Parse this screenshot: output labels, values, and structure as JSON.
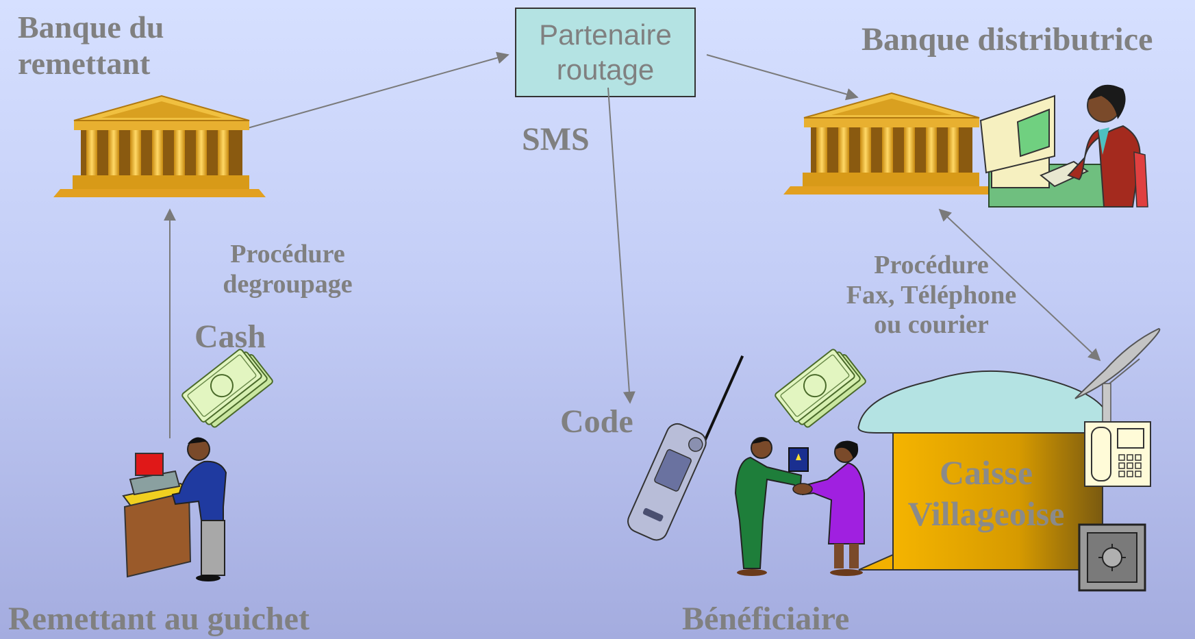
{
  "labels": {
    "bank_sender_line1": "Banque du",
    "bank_sender_line2": "remettant",
    "partner_line1": "Partenaire",
    "partner_line2": "routage",
    "bank_distributor": "Banque distributrice",
    "sms": "SMS",
    "proc_unbundle_line1": "Procédure",
    "proc_unbundle_line2": "degroupage",
    "cash": "Cash",
    "code": "Code",
    "proc_comm_line1": "Procédure",
    "proc_comm_line2": "Fax, Téléphone",
    "proc_comm_line3": "ou courier",
    "village_bank_line1": "Caisse",
    "village_bank_line2": "Villageoise",
    "sender_counter": "Remettant au guichet",
    "beneficiary": "Bénéficiaire"
  },
  "icons": [
    "bank-building-icon",
    "clerk-computer-icon",
    "banknotes-icon",
    "cashier-counter-icon",
    "mobile-phone-icon",
    "handshake-people-icon",
    "village-hut-icon",
    "satellite-dish-icon",
    "telephone-icon",
    "safe-icon"
  ],
  "colors": {
    "background_top": "#d6e0ff",
    "background_bottom": "#a4acdf",
    "label_gray": "#808080",
    "partner_box": "#b4e3e3",
    "hut_roof": "#b4e3e3",
    "hut_wall": "#f2b000",
    "arrow": "#7a7a7a"
  }
}
